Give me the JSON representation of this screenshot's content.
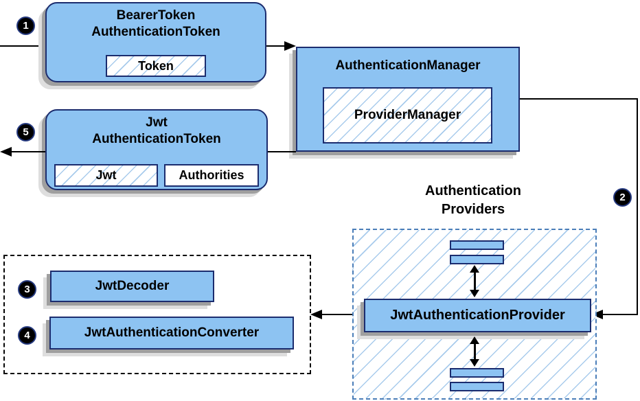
{
  "colors": {
    "node_fill": "#8dc3f2",
    "node_border": "#1b2c6e",
    "hatch_line": "#a8cbec",
    "providers_dash_border": "#4a7db8",
    "decoder_dash_border": "#000000",
    "shadow_dark": "#9f9f9f",
    "shadow_light": "#dedede",
    "arrow": "#000000",
    "badge_bg": "#000000",
    "badge_text": "#ffffff"
  },
  "badges": {
    "step1": "1",
    "step2": "2",
    "step3": "3",
    "step4": "4",
    "step5": "5"
  },
  "nodes": {
    "bearer": {
      "title_line1": "BearerToken",
      "title_line2": "AuthenticationToken",
      "token_label": "Token"
    },
    "manager": {
      "title": "AuthenticationManager",
      "inner_label": "ProviderManager"
    },
    "jwt": {
      "title_line1": "Jwt",
      "title_line2": "AuthenticationToken",
      "jwt_label": "Jwt",
      "authorities_label": "Authorities"
    },
    "providers": {
      "heading_line1": "Authentication",
      "heading_line2": "Providers",
      "provider_label": "JwtAuthenticationProvider"
    },
    "decoder_group": {
      "decoder_label": "JwtDecoder",
      "converter_label": "JwtAuthenticationConverter"
    }
  }
}
